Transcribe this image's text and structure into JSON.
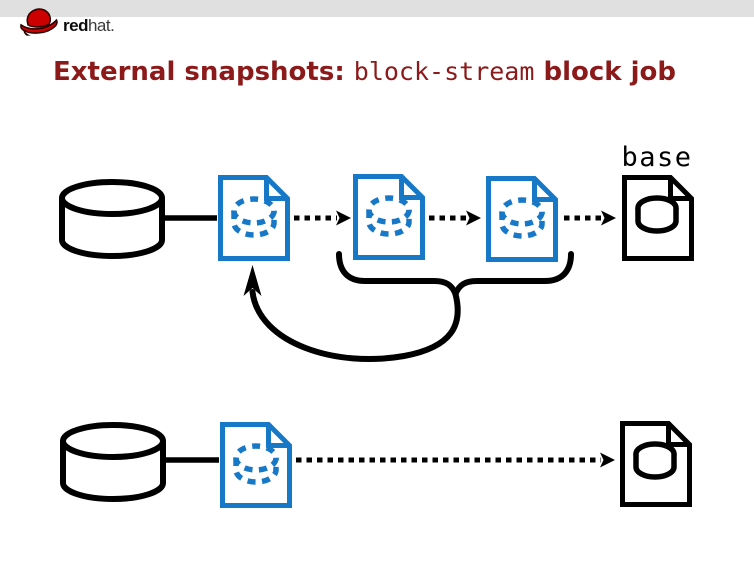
{
  "header": {
    "brand": {
      "word_bold": "red",
      "word_light": "hat."
    }
  },
  "title": {
    "prefix": "External snapshots: ",
    "code": "block-stream",
    "suffix": " block job"
  },
  "diagram": {
    "base_label": "base",
    "top_chain": {
      "nodes": [
        "disk-cylinder",
        "snapshot-overlay-file",
        "snapshot-overlay-file",
        "snapshot-overlay-file",
        "base-image-file"
      ],
      "edges": [
        "solid-line",
        "dotted-arrow-right",
        "dotted-arrow-right",
        "dotted-arrow-right"
      ],
      "annotation": "brace-under-middle-overlays-with-curved-arrow-to-first-overlay"
    },
    "bottom_chain": {
      "nodes": [
        "disk-cylinder",
        "snapshot-overlay-file",
        "base-image-file"
      ],
      "edges": [
        "solid-line",
        "dotted-arrow-right"
      ]
    }
  },
  "colors": {
    "accent_blue": "#1878c8",
    "ink": "#000000",
    "title_red": "#8c1a1a",
    "band_gray": "#e0e0e0",
    "logo_red": "#cc0000",
    "logo_dark": "#2b0000"
  }
}
